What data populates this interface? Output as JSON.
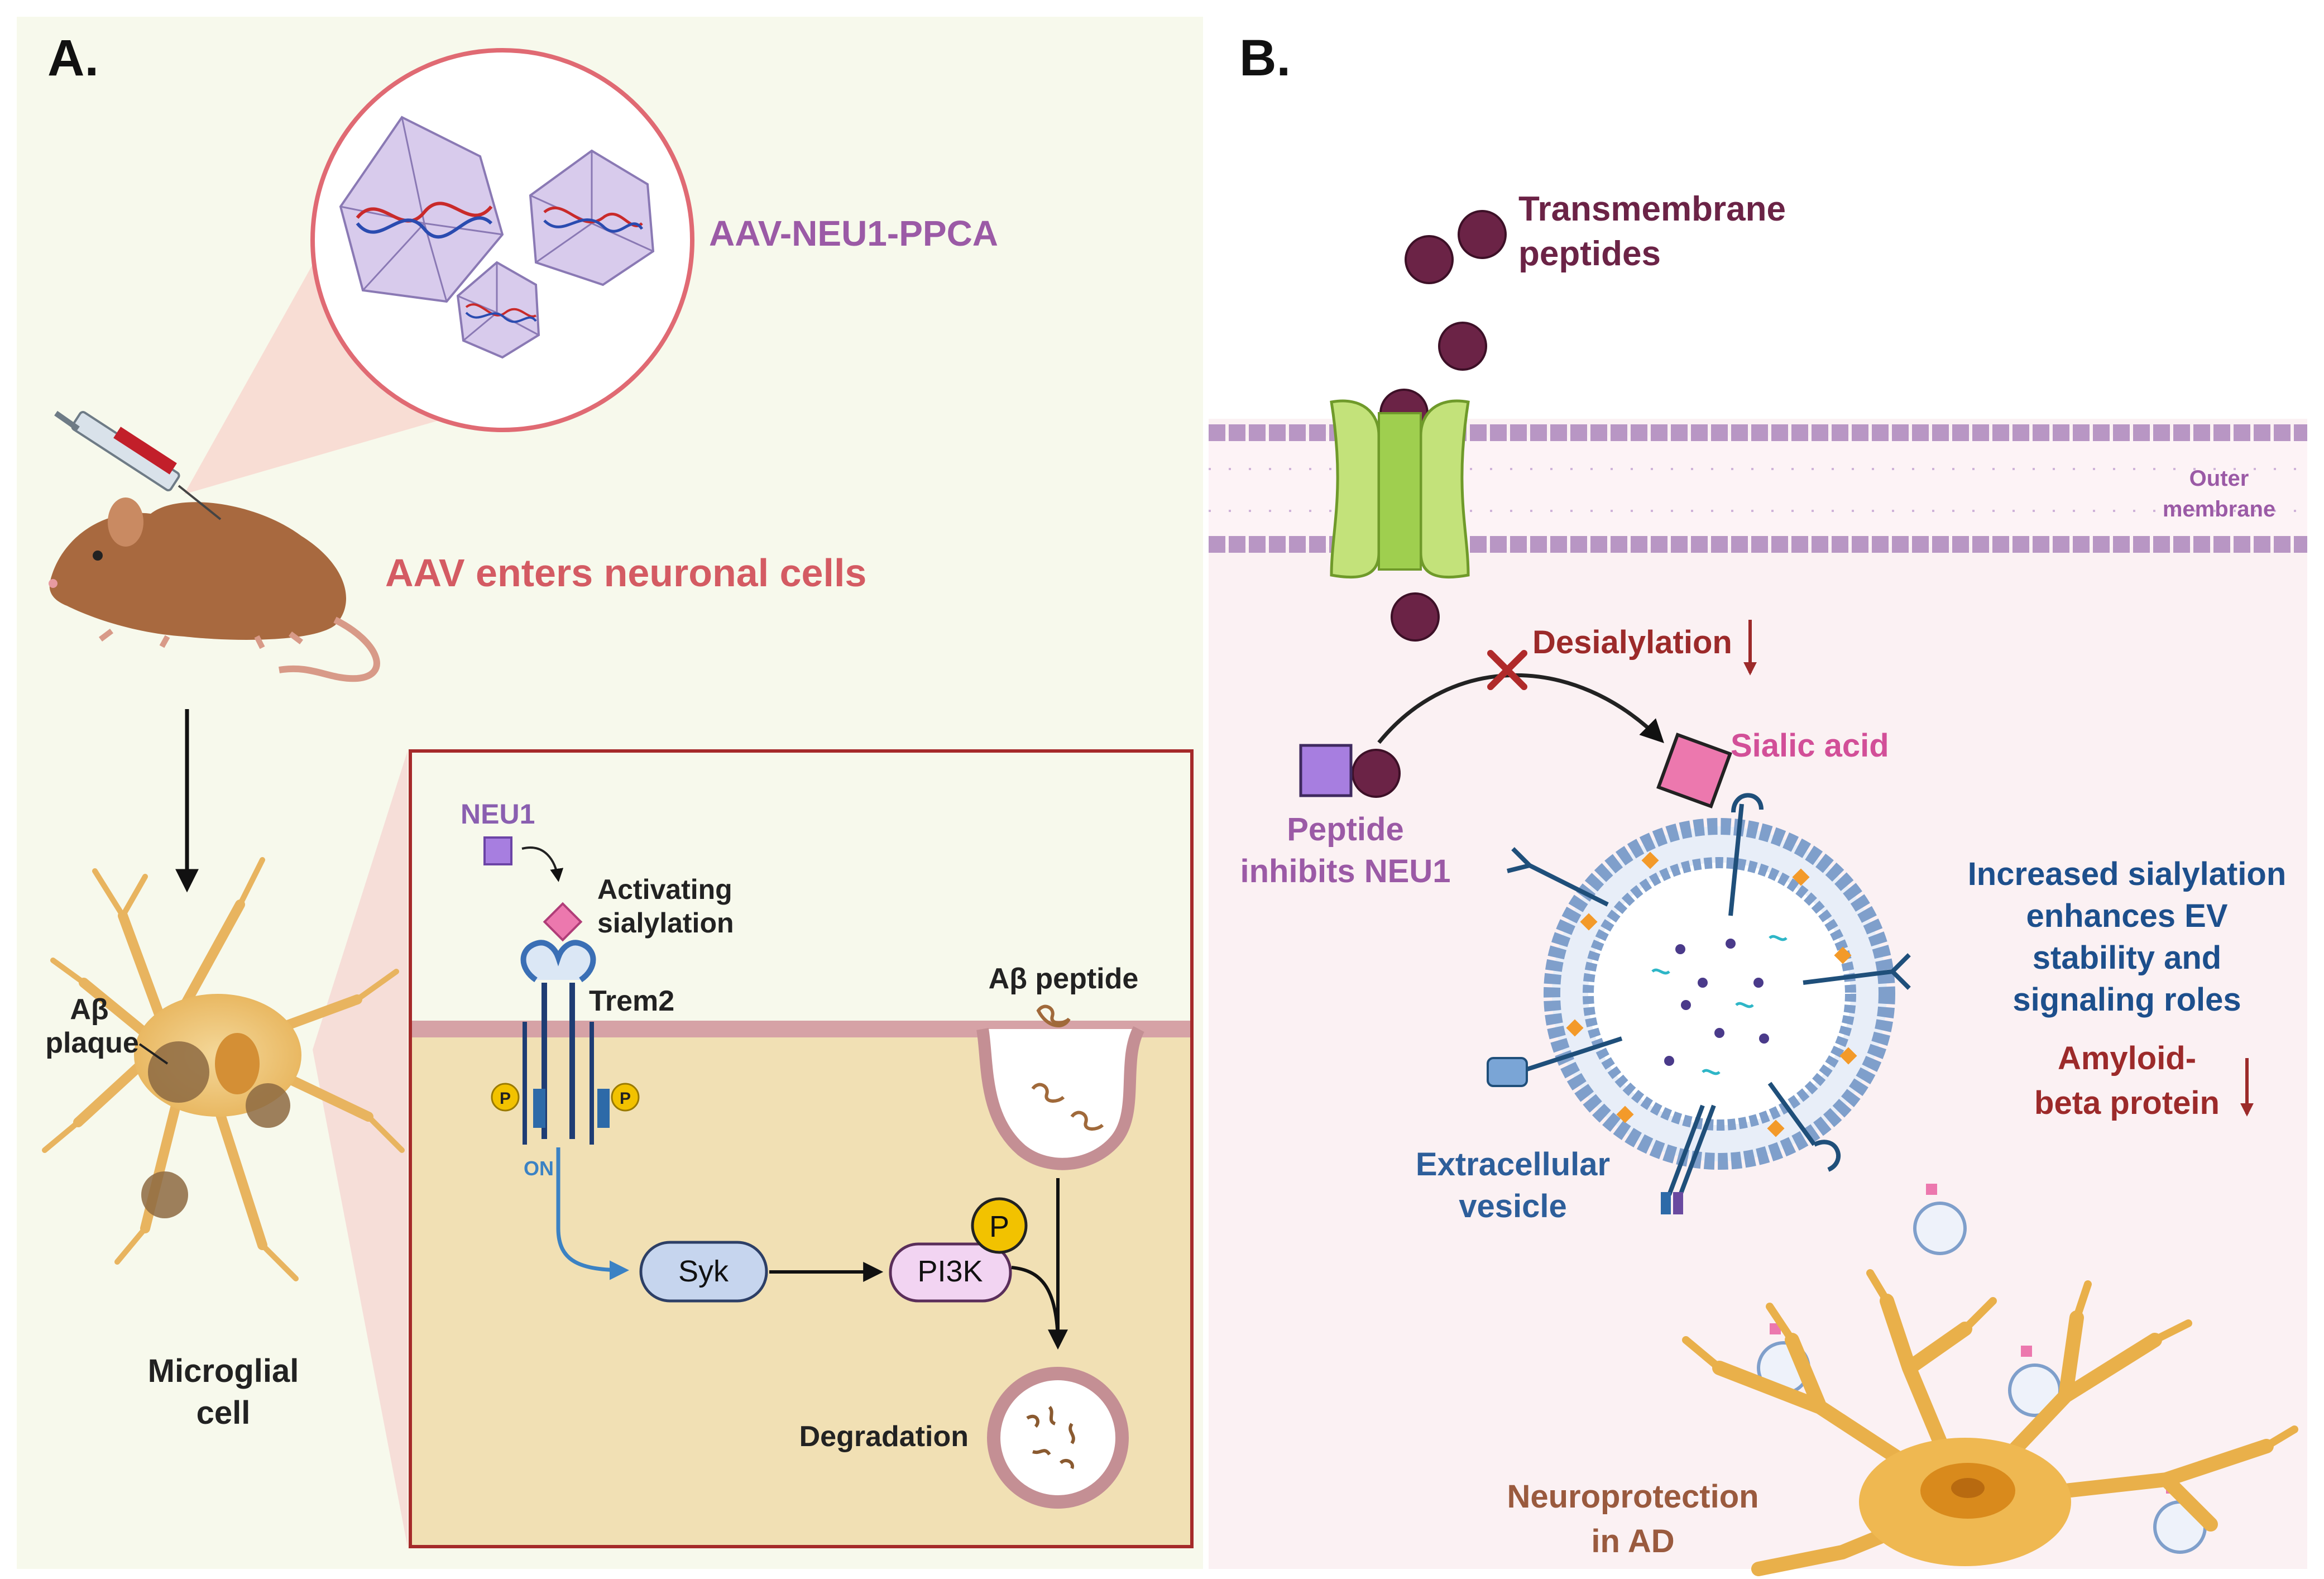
{
  "panel_a": {
    "label": "A.",
    "aav_construct": "AAV-NEU1-PPCA",
    "aav_entry": "AAV enters neuronal cells",
    "ab_plaque_line1": "Aβ",
    "ab_plaque_line2": "plaque",
    "microglia_line1": "Microglial",
    "microglia_line2": "cell",
    "inset": {
      "neu1": "NEU1",
      "activating_line1": "Activating",
      "activating_line2": "sialylation",
      "trem2": "Trem2",
      "ab_peptide": "Aβ peptide",
      "on": "ON",
      "syk": "Syk",
      "pi3k": "PI3K",
      "phospho": "P",
      "degradation": "Degradation"
    }
  },
  "panel_b": {
    "label": "B.",
    "tm_peptides_line1": "Transmembrane",
    "tm_peptides_line2": "peptides",
    "outer_membrane_line1": "Outer",
    "outer_membrane_line2": "membrane",
    "desialylation": "Desialylation",
    "sialic_acid": "Sialic acid",
    "peptide_inhibits_line1": "Peptide",
    "peptide_inhibits_line2": "inhibits NEU1",
    "increased_line1": "Increased sialylation",
    "increased_line2": "enhances EV",
    "increased_line3": "stability and",
    "increased_line4": "signaling roles",
    "amyloid_line1": "Amyloid-",
    "amyloid_line2": "beta protein",
    "ev_line1": "Extracellular",
    "ev_line2": "vesicle",
    "neuroprotection_line1": "Neuroprotection",
    "neuroprotection_line2": "in AD"
  },
  "colors": {
    "panel_a_bg": "#f7f9ec",
    "panel_b_bg": "#fbf1f3",
    "aav_purple": "#9b5aa6",
    "aav_red": "#d45b63",
    "peptide_maroon": "#6b2346",
    "dark_red": "#9c2a2a",
    "pink_sialic": "#d24f98",
    "blue_text": "#1d4f8c",
    "neuron_brown": "#9a5a3e"
  }
}
